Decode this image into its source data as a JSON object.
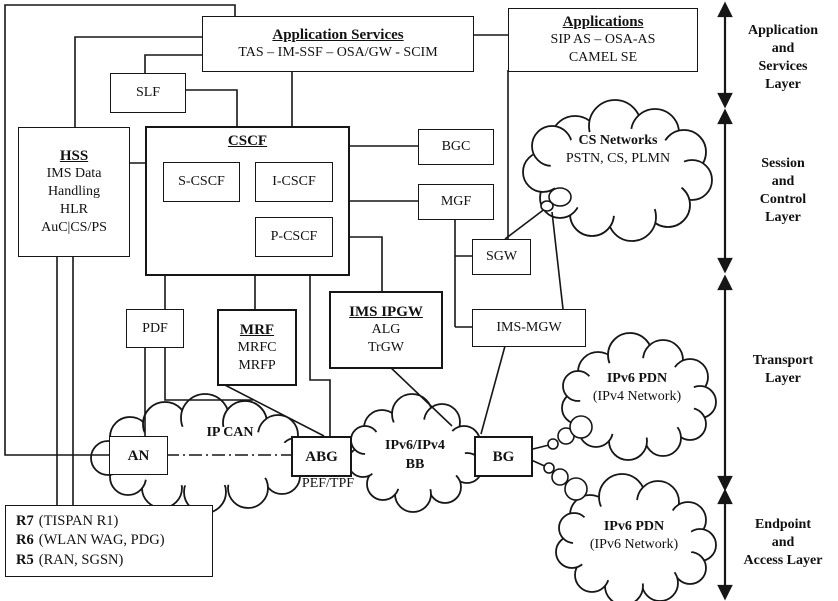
{
  "diagram": {
    "boxes": {
      "app_services": {
        "title": "Application Services",
        "subtitle": "TAS – IM-SSF – OSA/GW - SCIM"
      },
      "applications": {
        "title": "Applications",
        "line1": "SIP AS – OSA-AS",
        "line2": "CAMEL SE"
      },
      "slf": {
        "label": "SLF"
      },
      "hss": {
        "title": "HSS",
        "lines": [
          "IMS Data",
          "Handling",
          "HLR",
          "AuC|CS/PS"
        ]
      },
      "cscf": {
        "title": "CSCF"
      },
      "s_cscf": {
        "label": "S-CSCF"
      },
      "i_cscf": {
        "label": "I-CSCF"
      },
      "p_cscf": {
        "label": "P-CSCF"
      },
      "bgc": {
        "label": "BGC"
      },
      "mgf": {
        "label": "MGF"
      },
      "sgw": {
        "label": "SGW"
      },
      "ims_mgw": {
        "label": "IMS-MGW"
      },
      "pdf": {
        "label": "PDF"
      },
      "mrf": {
        "title": "MRF",
        "lines": [
          "MRFC",
          "MRFP"
        ]
      },
      "ims_ipgw": {
        "title": "IMS IPGW",
        "lines": [
          "ALG",
          "TrGW"
        ]
      },
      "an": {
        "label": "AN"
      },
      "abg": {
        "label": "ABG"
      },
      "bg": {
        "label": "BG"
      },
      "releases": {
        "items": [
          {
            "k": "R7",
            "v": "(TISPAN R1)"
          },
          {
            "k": "R6",
            "v": "(WLAN WAG, PDG)"
          },
          {
            "k": "R5",
            "v": "(RAN, SGSN)"
          }
        ]
      }
    },
    "clouds": {
      "cs": {
        "title": "CS Networks",
        "subtitle": "PSTN, CS, PLMN"
      },
      "ip_can": {
        "title": "IP CAN"
      },
      "bb": {
        "line1": "IPv6/IPv4",
        "line2": "BB"
      },
      "pdn4": {
        "title": "IPv6 PDN",
        "subtitle": "(IPv4 Network)"
      },
      "pdn6": {
        "title": "IPv6 PDN",
        "subtitle": "(IPv6 Network)"
      }
    },
    "labels": {
      "pef_tpf": "PEF/TPF"
    },
    "layers": {
      "items": [
        {
          "label": "Application\nand\nServices\nLayer"
        },
        {
          "label": "Session\nand\nControl\nLayer"
        },
        {
          "label": "Transport\nLayer"
        },
        {
          "label": "Endpoint\nand\nAccess Layer"
        }
      ]
    }
  }
}
